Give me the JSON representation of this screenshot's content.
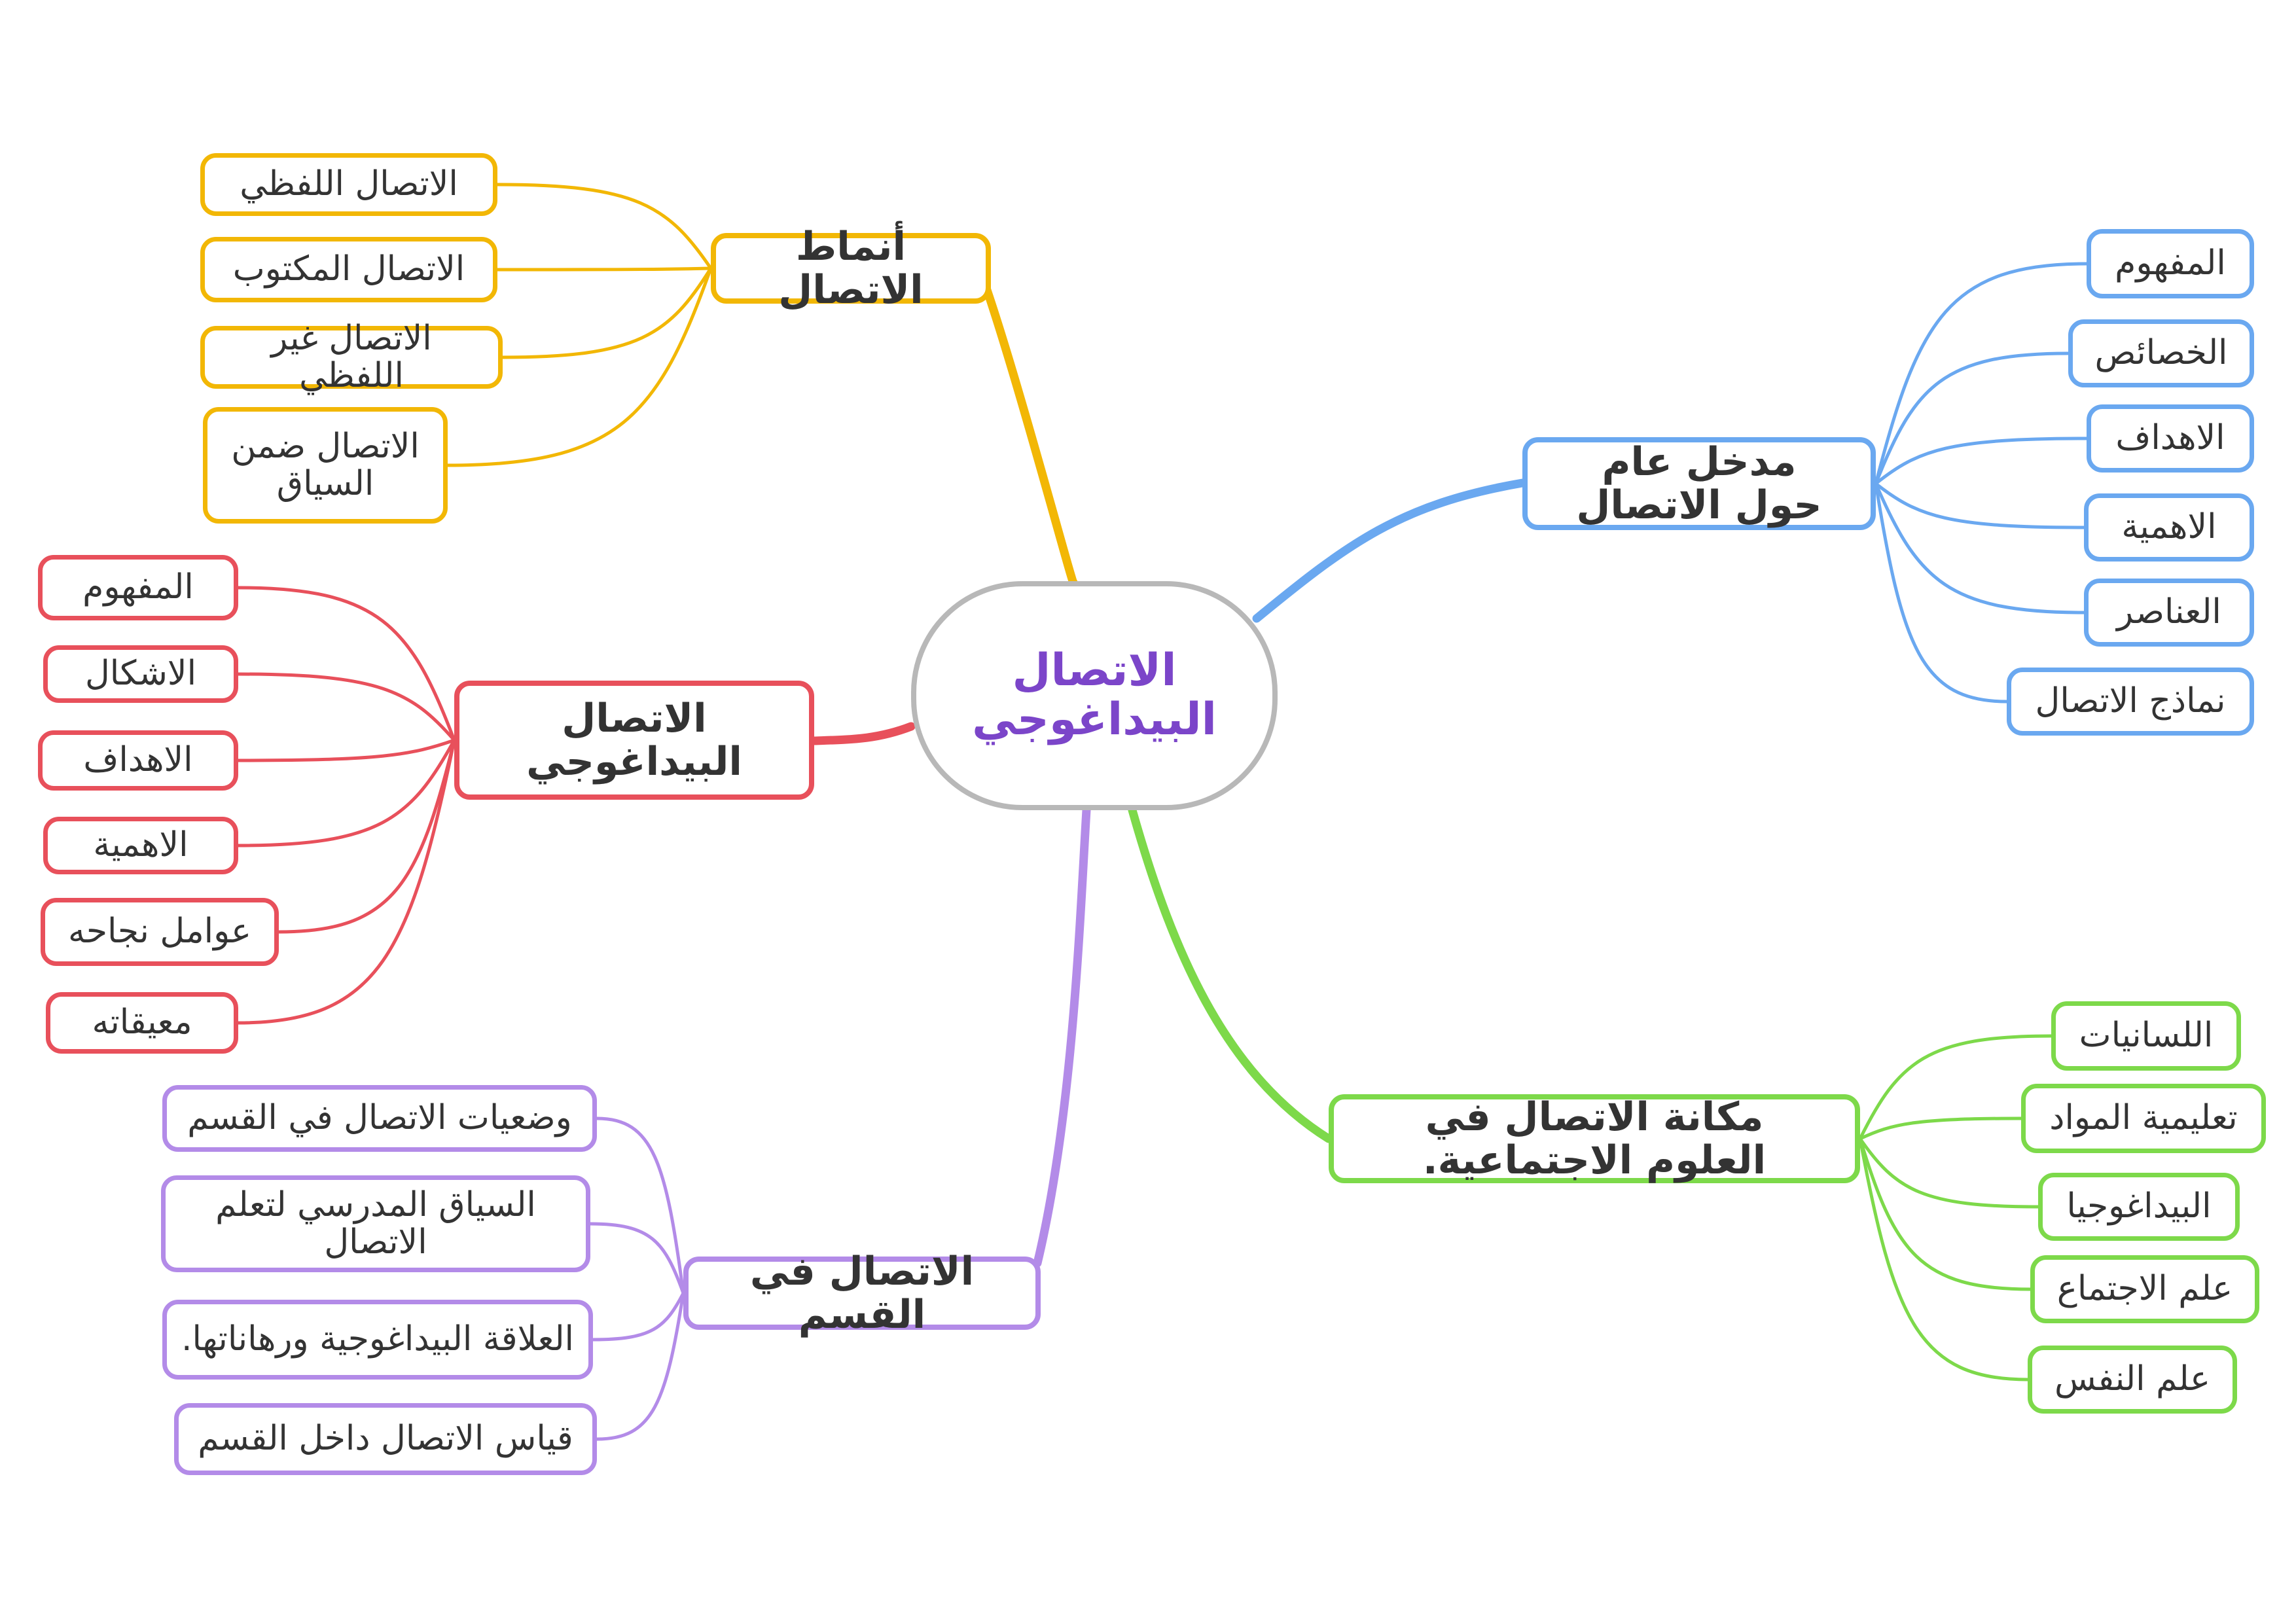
{
  "colors": {
    "center": "#b8b8b8",
    "center_text": "#7b45c9",
    "text": "#333333",
    "yellow": "#f2b705",
    "blue": "#6aa8f0",
    "red": "#e8505b",
    "purple": "#b38be8",
    "green": "#7dd94a"
  },
  "center": {
    "label": "الاتصال البيداغوجي"
  },
  "branches": {
    "communication_patterns": {
      "label": "أنماط الاتصال",
      "items": [
        "الاتصال اللفظي",
        "الاتصال المكتوب",
        "الاتصال غير اللفظي",
        "الاتصال ضمن السياق"
      ]
    },
    "pedagogical_communication": {
      "label": "الاتصال البيداغوجي",
      "items": [
        "المفهوم",
        "الاشكال",
        "الاهداف",
        "الاهمية",
        "عوامل نجاحه",
        "معيقاته"
      ]
    },
    "classroom_communication": {
      "label": "الاتصال في القسم",
      "items": [
        "وضعيات الاتصال في القسم",
        "السياق المدرسي لتعلم الاتصال",
        "العلاقة البيداغوجية ورهاناتها.",
        "قياس الاتصال داخل القسم"
      ]
    },
    "introduction": {
      "label": "مدخل عام حول الاتصال",
      "items": [
        "المفهوم",
        "الخصائص",
        "الاهداف",
        "الاهمية",
        "العناصر",
        "نماذج الاتصال"
      ]
    },
    "social_sciences": {
      "label": "مكانة الاتصال في العلوم الاجتماعية.",
      "items": [
        "اللسانيات",
        "تعليمية المواد",
        "البيداغوجيا",
        "علم الاجتماع",
        "علم النفس"
      ]
    }
  }
}
